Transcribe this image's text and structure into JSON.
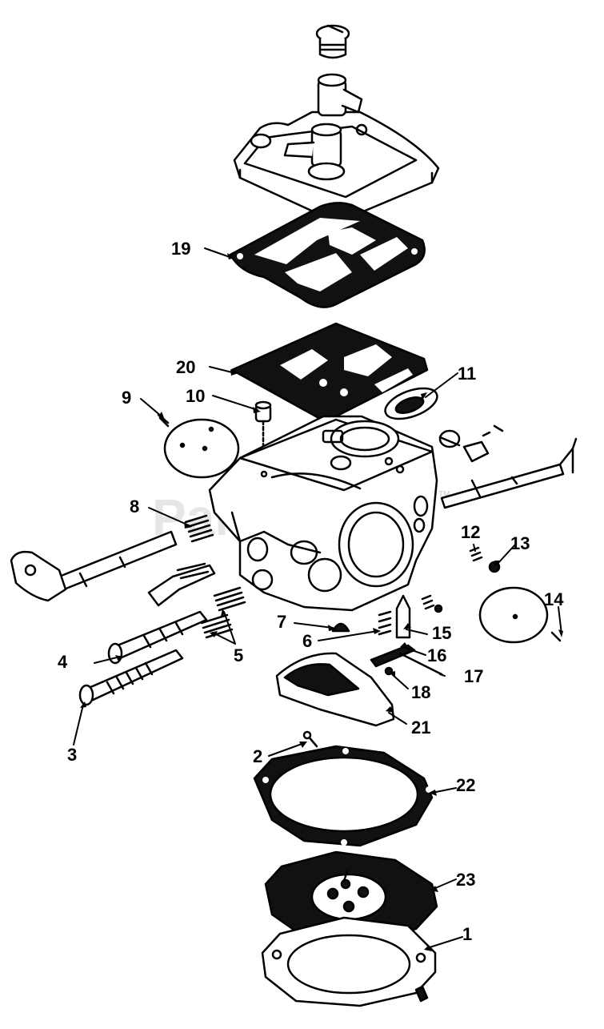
{
  "watermark": "PartsTree",
  "trademark": "TM",
  "callouts": {
    "c1": "1",
    "c2": "2",
    "c3": "3",
    "c4": "4",
    "c5": "5",
    "c6": "6",
    "c7": "7",
    "c8": "8",
    "c9": "9",
    "c10": "10",
    "c11": "11",
    "c12": "12",
    "c13": "13",
    "c14": "14",
    "c15": "15",
    "c16": "16",
    "c17": "17",
    "c18": "18",
    "c19": "19",
    "c20": "20",
    "c21": "21",
    "c22": "22",
    "c23": "23"
  }
}
